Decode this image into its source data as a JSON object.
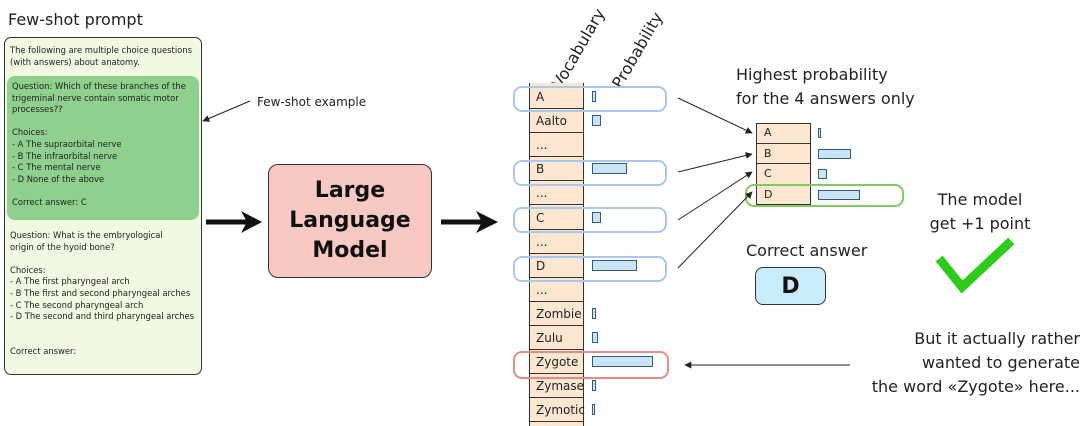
{
  "prompt": {
    "title": "Few-shot prompt",
    "intro": "The following are multiple choice questions\n(with answers) about anatomy.",
    "example": "Question: Which of these branches of the\ntrigeminal nerve contain somatic motor\nprocesses??\n\nChoices:\n- A The supraorbital nerve\n- B The infraorbital nerve\n- C The mental nerve\n- D None of the above\n\nCorrect answer: C",
    "question": "Question: What is the embryological\norigin of the hyoid bone?\n\nChoices:\n- A The first pharyngeal arch\n- B The first and second pharyngeal arches\n- C The second pharyngeal arch\n- D The second and third pharyngeal arches\n\n\nCorrect answer:"
  },
  "few_shot_label": "Few-shot example",
  "llm_label": "Large\nLanguage\nModel",
  "vocab": {
    "header_vocab": "Vocabulary",
    "header_prob": "Probability",
    "rows": [
      {
        "token": "A",
        "prob": 0.05
      },
      {
        "token": "Aalto",
        "prob": 0.13
      },
      {
        "token": "...",
        "prob": null
      },
      {
        "token": "B",
        "prob": 0.48
      },
      {
        "token": "...",
        "prob": null
      },
      {
        "token": "C",
        "prob": 0.13
      },
      {
        "token": "...",
        "prob": null
      },
      {
        "token": "D",
        "prob": 0.62
      },
      {
        "token": "...",
        "prob": null
      },
      {
        "token": "Zombie",
        "prob": 0.05
      },
      {
        "token": "Zulu",
        "prob": 0.08
      },
      {
        "token": "Zygote",
        "prob": 0.85
      },
      {
        "token": "Zymase",
        "prob": 0.05
      },
      {
        "token": "Zymotic",
        "prob": 0.03
      }
    ]
  },
  "highest": {
    "title": "Highest probability\nfor the 4 answers only",
    "rows": [
      {
        "token": "A",
        "prob": 0.05
      },
      {
        "token": "B",
        "prob": 0.48
      },
      {
        "token": "C",
        "prob": 0.13
      },
      {
        "token": "D",
        "prob": 0.62
      }
    ]
  },
  "correct_answer": {
    "label": "Correct answer",
    "value": "D"
  },
  "model_point": "The model\nget +1 point",
  "but_text": "But it actually rather\nwanted to generate\nthe word «Zygote» here...",
  "colors": {
    "check": "#2ecc1a",
    "vocab_bg": "#fde7d0",
    "bar": "#c9e4f6",
    "llm_bg": "#f8c9c3",
    "example_bg": "#8fd08e"
  }
}
